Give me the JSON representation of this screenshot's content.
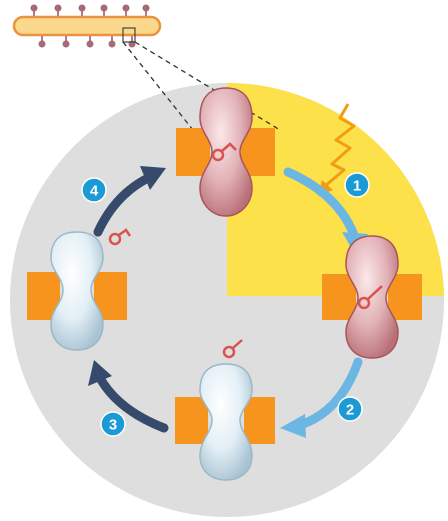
{
  "diagram": {
    "step_labels": [
      "1",
      "2",
      "3",
      "4"
    ],
    "colors": {
      "background_disc": "#dedede",
      "light_quadrant": "#fde14a",
      "membrane_block": "#f7941e",
      "pigment_active": "#dda7ad",
      "pigment_active_rim": "#a8545c",
      "pigment_inactive": "#eaf4f9",
      "pigment_inactive_rim": "#9ab8c8",
      "chromophore": "#d9534f",
      "arrow_light": "#6cb6e3",
      "arrow_dark": "#364a6b",
      "badge": "#1b9ad6",
      "bacterium_body": "#fbd98c",
      "bacterium_rim": "#e99240"
    },
    "icons": [
      "bacterium-cell-icon",
      "light-ray-icon",
      "retinal-chromophore-icon"
    ]
  }
}
